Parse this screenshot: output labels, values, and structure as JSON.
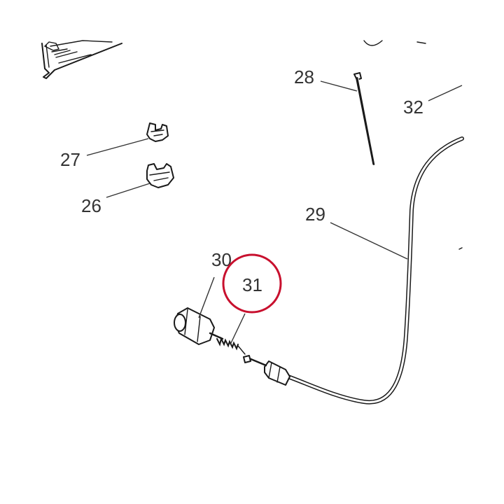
{
  "parts": [
    {
      "id": "p26",
      "label": "26"
    },
    {
      "id": "p27",
      "label": "27"
    },
    {
      "id": "p28",
      "label": "28"
    },
    {
      "id": "p29",
      "label": "29"
    },
    {
      "id": "p30",
      "label": "30"
    },
    {
      "id": "p31",
      "label": "31"
    },
    {
      "id": "p32",
      "label": "32"
    }
  ],
  "highlight": {
    "part": "31",
    "color": "#c8102e"
  },
  "colors": {
    "ink": "#1a1a1a",
    "label": "#333333",
    "background": "#ffffff"
  }
}
